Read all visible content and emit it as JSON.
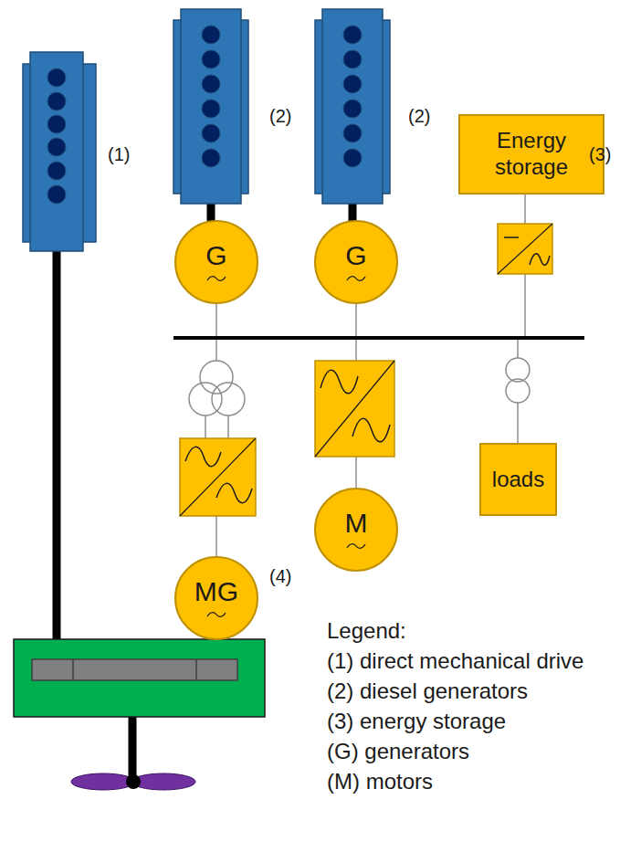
{
  "diagram": {
    "nodes": [
      {
        "text": [
          "Energy storage"
        ]
      },
      {
        "text": [
          "G"
        ]
      },
      {
        "text": [
          "G"
        ]
      },
      {
        "text": [
          "loads"
        ]
      },
      {
        "text": [
          "M"
        ]
      },
      {
        "text": [
          "MG"
        ]
      }
    ],
    "labels": [
      "(1)",
      "(2)",
      "(2)",
      "(3)",
      "(4)",
      "Legend:"
    ],
    "legend": [
      {
        "text": "(1) direct mechanical drive"
      },
      {
        "text": "(2) diesel generators"
      },
      {
        "text": "(3) energy storage"
      },
      {
        "text": "(G) generators"
      },
      {
        "text": "(M) motors"
      }
    ]
  }
}
